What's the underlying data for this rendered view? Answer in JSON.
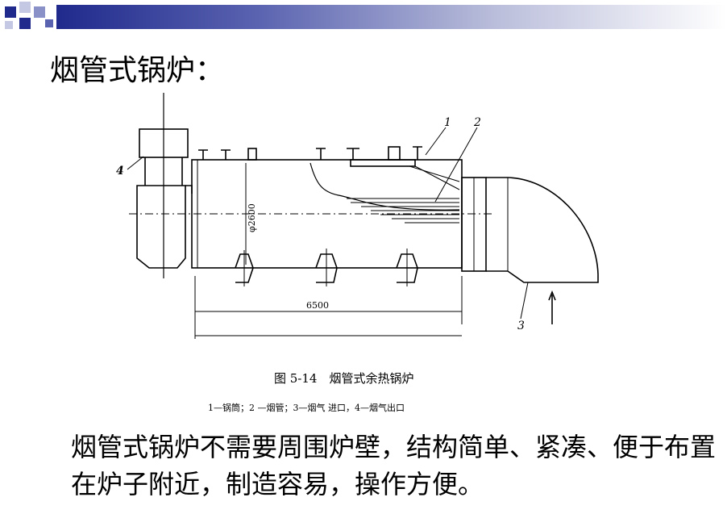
{
  "slide": {
    "title": "烟管式锅炉：",
    "description": "烟管式锅炉不需要周围炉壁，结构简单、紧凑、便于布置在炉子附近，制造容易，操作方便。"
  },
  "figure": {
    "caption": "图 5-14　烟管式余热锅炉",
    "legend": "1—锅筒；2 —烟管；3—烟气 进口，4—烟气出口",
    "labels": {
      "part1": "1",
      "part2": "2",
      "part3": "3",
      "part4": "4",
      "diameter": "φ2600",
      "length": "6500"
    }
  },
  "colors": {
    "accent": "#1f2a8c",
    "line": "#000000"
  }
}
